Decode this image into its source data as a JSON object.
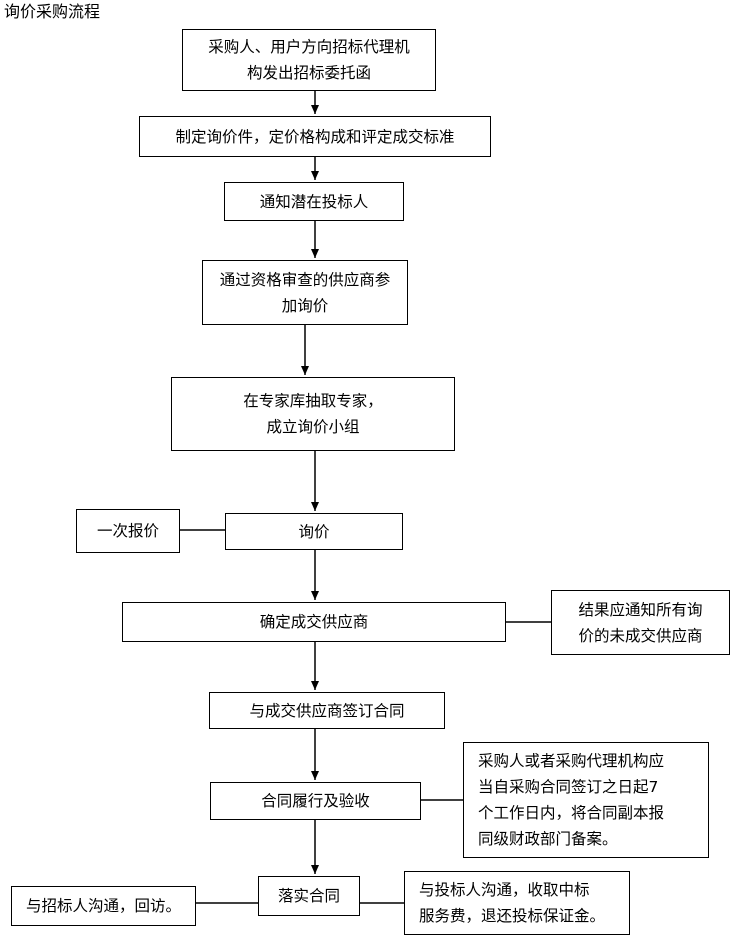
{
  "title": "询价采购流程",
  "steps": {
    "s1": [
      "采购人、用户方向招标代理机",
      "构发出招标委托函"
    ],
    "s2": "制定询价件，定价格构成和评定成交标准",
    "s3": "通知潜在投标人",
    "s4": [
      "通过资格审查的供应商参",
      "加询价"
    ],
    "s5": [
      "在专家库抽取专家，",
      "成立询价小组"
    ],
    "s6": "询价",
    "s7": "确定成交供应商",
    "s8": "与成交供应商签订合同",
    "s9": "合同履行及验收",
    "s10": "落实合同"
  },
  "notes": {
    "once": "一次报价",
    "notify": [
      "结果应通知所有询",
      "价的未成交供应商"
    ],
    "filing": [
      "采购人或者采购代理机构应",
      "当自采购合同签订之日起7",
      "个工作日内，将合同副本报",
      "同级财政部门备案。"
    ],
    "visit": "与招标人沟通，回访。",
    "fee": [
      "与投标人沟通，收取中标",
      "服务费，退还投标保证金。"
    ]
  }
}
